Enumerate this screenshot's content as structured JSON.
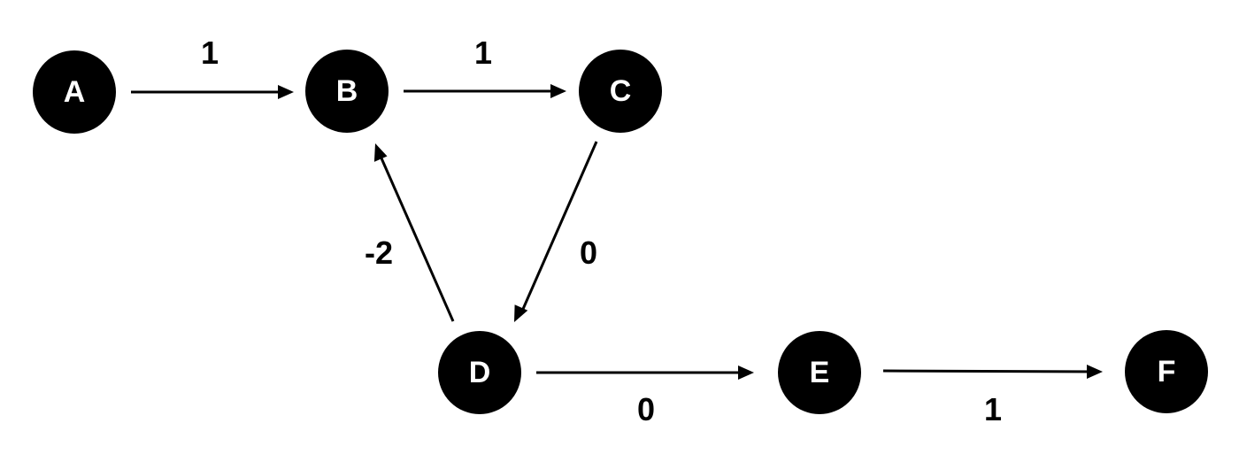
{
  "colors": {
    "node_fill": "#000000",
    "node_text": "#ffffff",
    "edge": "#000000",
    "background": "#ffffff"
  },
  "nodes": {
    "a": "A",
    "b": "B",
    "c": "C",
    "d": "D",
    "e": "E",
    "f": "F"
  },
  "edges": {
    "a_b": {
      "from": "A",
      "to": "B",
      "weight": "1"
    },
    "b_c": {
      "from": "B",
      "to": "C",
      "weight": "1"
    },
    "c_d": {
      "from": "C",
      "to": "D",
      "weight": "0"
    },
    "d_b": {
      "from": "D",
      "to": "B",
      "weight": "-2"
    },
    "d_e": {
      "from": "D",
      "to": "E",
      "weight": "0"
    },
    "e_f": {
      "from": "E",
      "to": "F",
      "weight": "1"
    }
  }
}
